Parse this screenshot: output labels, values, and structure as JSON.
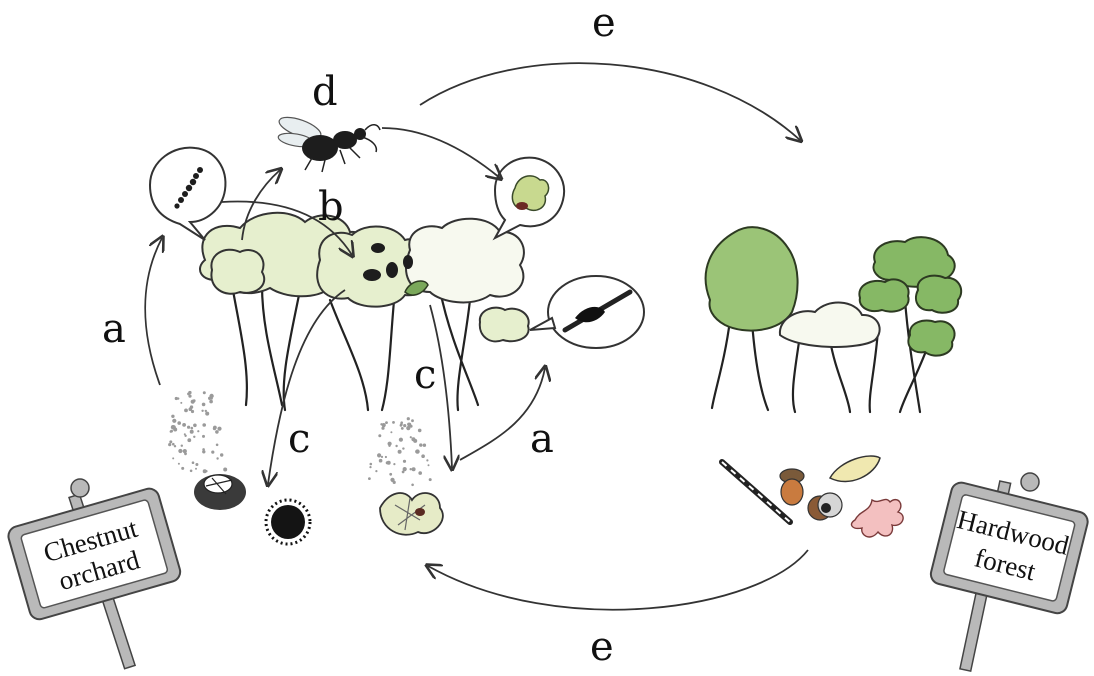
{
  "labels": {
    "a_left": "a",
    "a_right": "a",
    "b": "b",
    "c_left": "c",
    "c_mid": "c",
    "d": "d",
    "e_top": "e",
    "e_bottom": "e"
  },
  "signs": {
    "left": {
      "line1": "Chestnut",
      "line2": "orchard"
    },
    "right": {
      "line1": "Hardwood",
      "line2": "forest"
    }
  },
  "colors": {
    "pale_canopy": "#e6efce",
    "forest_green": "#9bc477",
    "sign_grey": "#b9b9b9",
    "ink": "#1d1d1d"
  },
  "icons": [
    "wasp-insect-icon",
    "catkin-icon",
    "gall-icon",
    "twig-canker-icon",
    "chestnut-bur-icon",
    "acorn-icon",
    "oak-leaf-icon"
  ]
}
